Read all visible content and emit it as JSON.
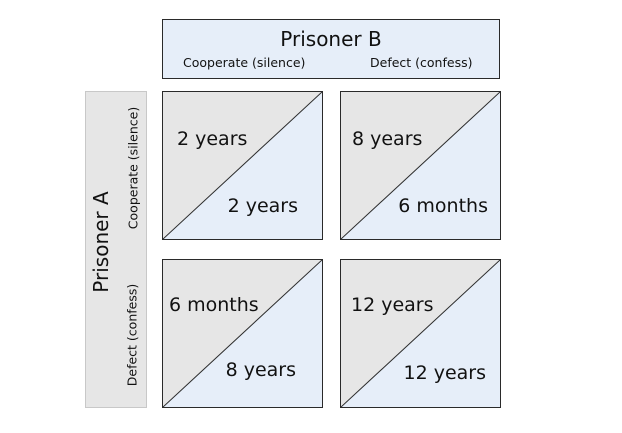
{
  "prisoner_b": {
    "title": "Prisoner B",
    "col_cooperate": "Cooperate (silence)",
    "col_defect": "Defect (confess)"
  },
  "prisoner_a": {
    "title": "Prisoner A",
    "row_cooperate": "Cooperate (silence)",
    "row_defect": "Defect (confess)"
  },
  "cells": {
    "cc": {
      "a": "2 years",
      "b": "2 years"
    },
    "cd": {
      "a": "8 years",
      "b": "6 months"
    },
    "dc": {
      "a": "6 months",
      "b": "8 years"
    },
    "dd": {
      "a": "12 years",
      "b": "12 years"
    }
  },
  "colors": {
    "prisoner_a_fill": "#e6e6e6",
    "prisoner_b_fill": "#e6eef9",
    "border": "#2a2a2a"
  }
}
